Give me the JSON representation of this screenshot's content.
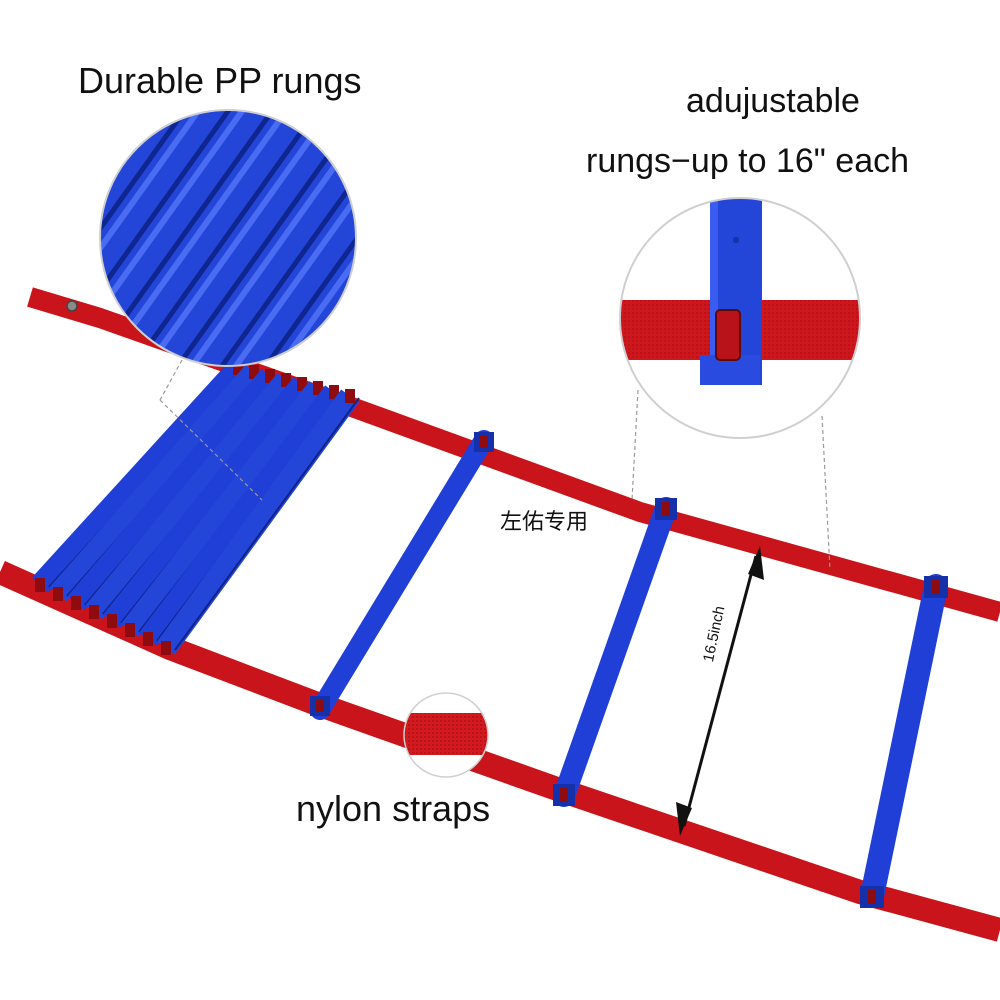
{
  "labels": {
    "pp_rungs": "Durable PP rungs",
    "adjustable_line1": "adujustable",
    "adjustable_line2": "rungs−up to 16\" each",
    "nylon_straps": "nylon straps",
    "watermark": "左佑专用",
    "measurement": "16.5inch"
  },
  "colors": {
    "strap": "#c8141a",
    "strap_dark": "#8e0c10",
    "rung": "#1f3fd6",
    "rung_dark": "#1530a8",
    "background": "#ffffff"
  },
  "icons": {
    "measurement_arrow": "double-arrow-icon"
  }
}
